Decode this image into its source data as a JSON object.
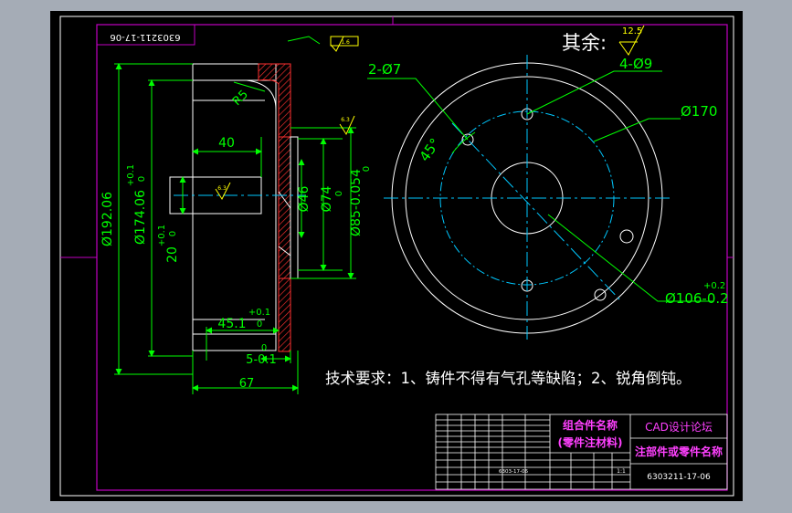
{
  "colors": {
    "background": "#a5acb6",
    "canvas": "#000000",
    "border_white": "#ffffff",
    "frame_magenta": "#c000c0",
    "dimension_green": "#00ff00",
    "centerline_cyan": "#00c8ff",
    "section_hatch": "#ff3030",
    "text_yellow": "#ffff00",
    "title_magenta": "#ff40ff",
    "geometry_white": "#ffffff"
  },
  "drawing": {
    "rotated_code": "6303211-17-06",
    "roughness_note_label": "其余:",
    "roughness_note_value": "12.5",
    "tech_requirements": "技术要求：1、铸件不得有气孔等缺陷；2、锐角倒钝。",
    "roughness_marks": [
      "1.6",
      "6.3",
      "6.3"
    ]
  },
  "dimensions": {
    "d_192": "Ø192.06",
    "d_174": "Ø174.06",
    "d_174_tol_upper": "+0.1",
    "d_174_tol_lower": "0",
    "d_20": "20",
    "d_20_tol_upper": "+0.1",
    "d_20_tol_lower": "0",
    "w_40": "40",
    "r_5": "R5",
    "d_46": "Ø46",
    "d_74": "Ø74",
    "d_74_tol": "0",
    "d_85": "Ø85-0.054",
    "d_85_tol": "0",
    "w_45_1": "45.1",
    "w_45_1_tol_upper": "+0.1",
    "w_45_1_tol_lower": "0",
    "w_5": "5-0.1",
    "w_5_tol": "0",
    "w_67": "67",
    "holes_2": "2-Ø7",
    "holes_4": "4-Ø9",
    "angle_45": "45°",
    "d_170": "Ø170",
    "d_106": "Ø106-0.2",
    "d_106_tol": "+0.2"
  },
  "title_block": {
    "assembly_name": "组合件名称",
    "material_note": "(零件注材料)",
    "forum": "CAD设计论坛",
    "part_name": "注部件或零件名称",
    "drawing_number": "6303211-17-06",
    "small_code": "6303-17-06",
    "scale": "1:1"
  }
}
